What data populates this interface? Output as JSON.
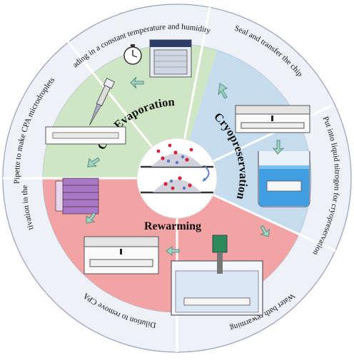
{
  "diagram": {
    "ring_labels": {
      "loading": "Loading in a constant temperature and humidity box",
      "seal": "Seal and transfer the chip",
      "liquid_nitrogen": "Put into liquid nitrogen for cryopreservation",
      "water_bath": "Water bath rewarming",
      "dilution": "Dilution to remove CPA",
      "continue": "Continue cultivation in the culture flask",
      "pipette": "Pipette to make CPA microdroplets"
    },
    "stage_labels": {
      "evaporation": "CPA Evaporation",
      "cryopreservation": "Cryopreservation",
      "rewarming": "Rewarming"
    },
    "colors": {
      "evaporation_sector": "#cfe6c4",
      "cryopreservation_sector": "#c5dcef",
      "rewarming_sector": "#f2a3a3",
      "outer_ring": "#eef1f8",
      "arrow": "#9fd2c3",
      "liquid_nitrogen": "#3f9fe0",
      "droplet_red": "#d3233a",
      "droplet_blue": "#5a78c8"
    },
    "icons": {
      "timer": "stopwatch-icon",
      "incubator": "incubator-icon",
      "pipette": "pipette-icon",
      "chip": "chip-icon",
      "beaker": "beaker-icon",
      "water_bath": "water-bath-icon",
      "flasks": "culture-flask-icon"
    }
  }
}
